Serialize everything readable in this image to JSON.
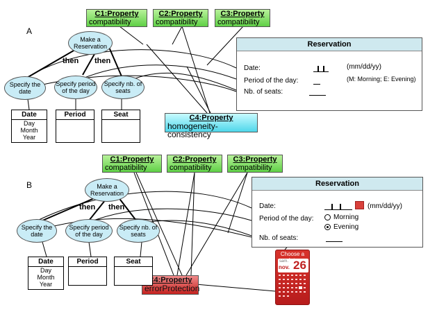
{
  "panel_a": {
    "label": "A",
    "goal": {
      "line1": "Make a",
      "line2": "Reservation"
    },
    "then_left": "then",
    "then_right": "then",
    "tasks": [
      {
        "line1": "Specify the",
        "line2": "date"
      },
      {
        "line1": "Specify period",
        "line2": "of the day"
      },
      {
        "line1": "Specify nb. of",
        "line2": "seats"
      }
    ],
    "tables": [
      {
        "header": "Date",
        "rows": [
          "Day",
          "Month",
          "Year"
        ]
      },
      {
        "header": "Period",
        "rows": []
      },
      {
        "header": "Seat",
        "rows": []
      }
    ],
    "properties": [
      {
        "title": "C1:Property",
        "subtitle": "compatibility"
      },
      {
        "title": "C2:Property",
        "subtitle": "compatibility"
      },
      {
        "title": "C3:Property",
        "subtitle": "compatibility"
      },
      {
        "title": "C4:Property",
        "subtitle": "homogeneity-consistency"
      }
    ],
    "window": {
      "title": "Reservation",
      "date_label": "Date:",
      "date_hint": "(mm/dd/yy)",
      "period_label": "Period of the day:",
      "period_hint": "(M: Morning; E: Evening)",
      "seats_label": "Nb. of seats:"
    }
  },
  "panel_b": {
    "label": "B",
    "goal": {
      "line1": "Make a",
      "line2": "Reservation"
    },
    "then_left": "then",
    "then_right": "then",
    "tasks": [
      {
        "line1": "Specify the",
        "line2": "date"
      },
      {
        "line1": "Specify period",
        "line2": "of the day"
      },
      {
        "line1": "Specify nb. of",
        "line2": "seats"
      }
    ],
    "tables": [
      {
        "header": "Date",
        "rows": [
          "Day",
          "Month",
          "Year"
        ]
      },
      {
        "header": "Period",
        "rows": []
      },
      {
        "header": "Seat",
        "rows": []
      }
    ],
    "properties": [
      {
        "title": "C1:Property",
        "subtitle": "compatibility"
      },
      {
        "title": "C2:Property",
        "subtitle": "compatibility"
      },
      {
        "title": "C3:Property",
        "subtitle": "compatibility"
      },
      {
        "title": "C4:Property",
        "subtitle": "errorProtection"
      }
    ],
    "window": {
      "title": "Reservation",
      "date_label": "Date:",
      "date_hint": "(mm/dd/yy)",
      "period_label": "Period of the day:",
      "option_morning": "Morning",
      "option_evening": "Evening",
      "seats_label": "Nb. of seats:"
    },
    "date_picker": {
      "header": "Choose a date",
      "weekday": "sam.",
      "month": "nov.",
      "day": "26"
    }
  },
  "colors": {
    "green": "#5fd046",
    "cyan": "#4fd7ea",
    "red": "#c6221f",
    "ellipse": "#c9ecf6",
    "window_title": "#cfe9ef"
  }
}
